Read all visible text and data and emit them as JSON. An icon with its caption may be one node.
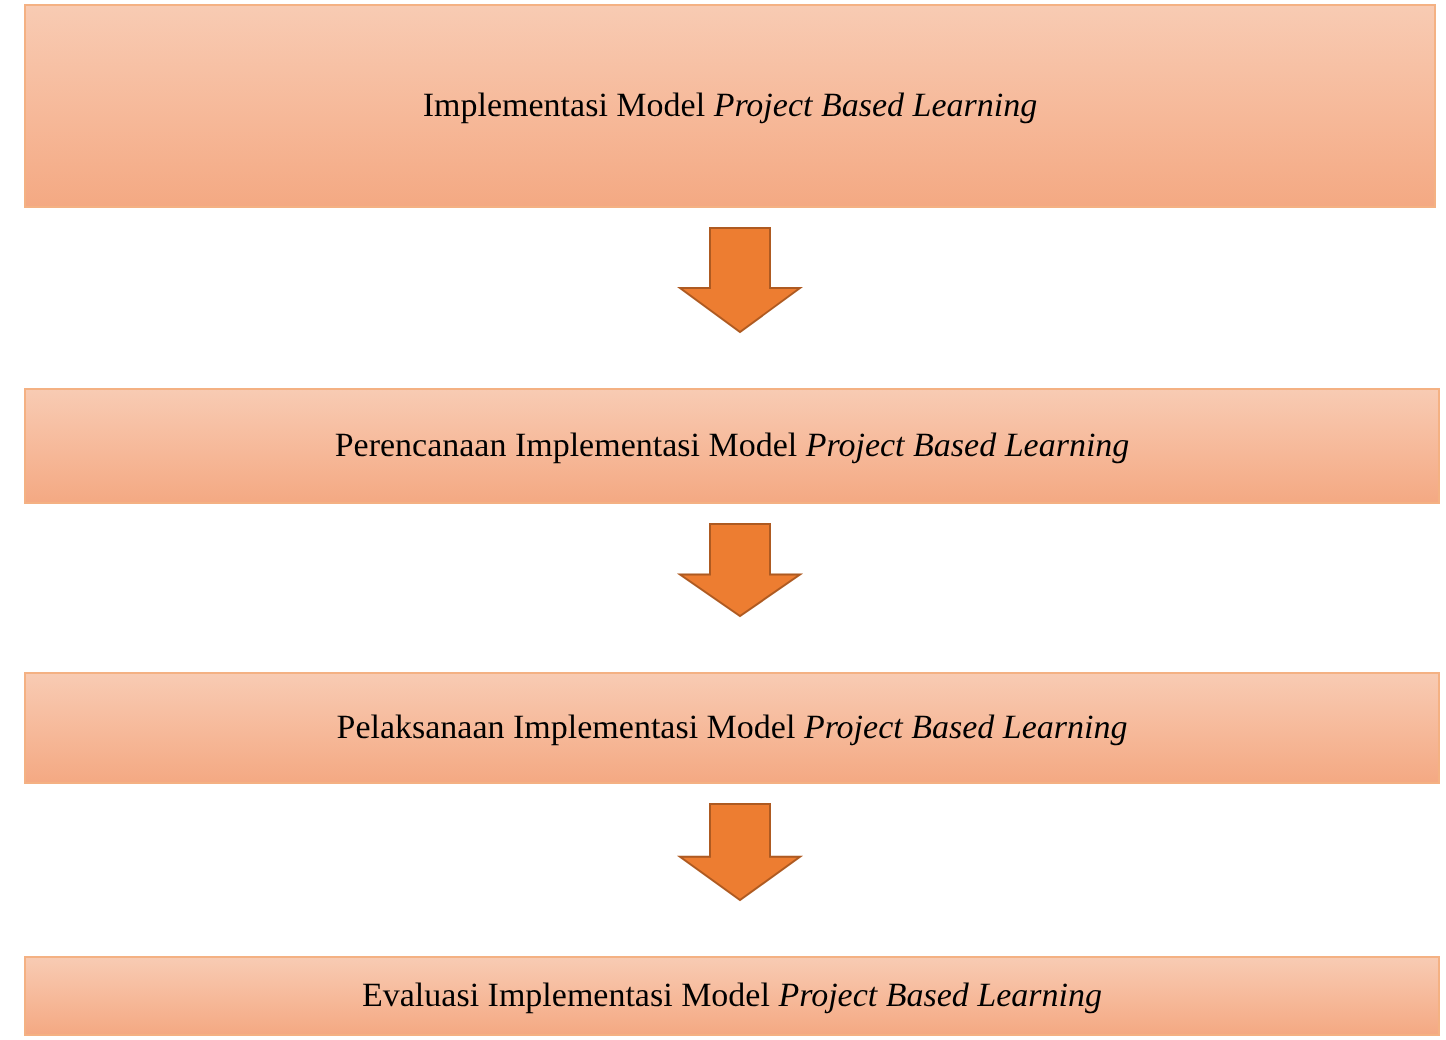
{
  "diagram": {
    "nodes": [
      {
        "text": [
          "Implementasi Model *Project Based Learning*"
        ]
      },
      {
        "text": [
          "Perencanaan Implementasi Model *Project Based Learning*"
        ]
      },
      {
        "text": [
          "Pelaksanaan Implementasi Model *Project Based Learning*"
        ]
      },
      {
        "text": [
          "Evaluasi Implementasi Model *Project Based Learning*"
        ]
      }
    ],
    "edges": [
      {
        "from": 0,
        "to": 1,
        "arrow": "to"
      },
      {
        "from": 1,
        "to": 2,
        "arrow": "to"
      },
      {
        "from": 2,
        "to": 3,
        "arrow": "to"
      }
    ]
  }
}
